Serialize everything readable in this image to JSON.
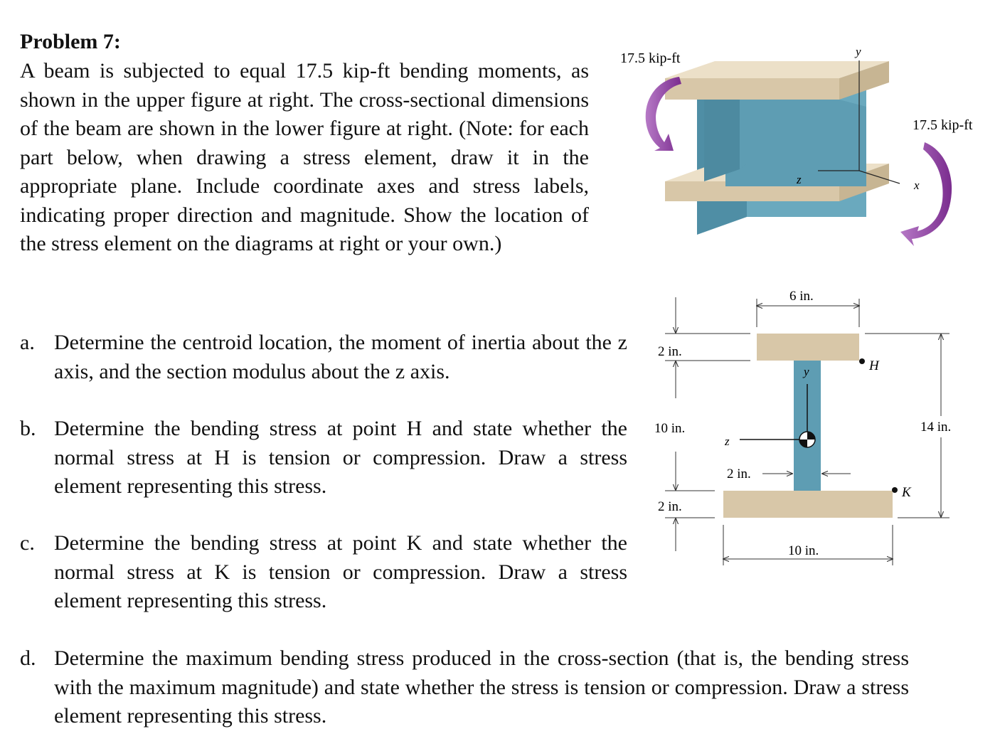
{
  "problem": {
    "title": "Problem 7:",
    "intro": "A beam is subjected to equal 17.5 kip-ft bending moments, as shown in the upper figure at right. The cross-sectional dimensions of the beam are shown in the lower figure at right. (Note: for each part below, when drawing a stress element, draw it in the appropriate plane. Include coordinate axes and stress labels, indicating proper direction and magnitude. Show the location of the stress element on the diagrams at right or your own.)"
  },
  "parts": [
    {
      "letter": "a.",
      "text": "Determine the centroid location, the moment of inertia about the z axis, and the section modulus about the z axis."
    },
    {
      "letter": "b.",
      "text": "Determine the bending stress at point H and state whether the normal stress at H is tension or compression. Draw a stress element representing this stress."
    },
    {
      "letter": "c.",
      "text": "Determine the bending stress at point K and state whether the normal stress at K is tension or compression. Draw a stress element representing this stress."
    },
    {
      "letter": "d.",
      "text": "Determine the maximum bending stress produced in the cross-section (that is, the bending stress with the maximum magnitude) and state whether the stress is tension or compression. Draw a stress element representing this stress."
    }
  ],
  "beam_figure": {
    "moment_left_label": "17.5 kip-ft",
    "moment_right_label": "17.5 kip-ft",
    "axis_y": "y",
    "axis_z": "z",
    "axis_x": "x"
  },
  "section_figure": {
    "dim_top_width": "6 in.",
    "dim_top_thickness": "2 in.",
    "dim_web_height": "10 in.",
    "dim_bottom_thickness": "2 in.",
    "dim_web_width": "2 in.",
    "dim_bottom_width": "10 in.",
    "dim_total_height": "14 in.",
    "point_h": "H",
    "point_k": "K",
    "axis_y": "y",
    "axis_z": "z"
  },
  "colors": {
    "flange": "#d8c7a8",
    "flange_top": "#e9dcc4",
    "web": "#5e9db3",
    "web_dark": "#3f7d93",
    "moment_arrow": "#8e3fa0",
    "dimension": "#333333"
  }
}
